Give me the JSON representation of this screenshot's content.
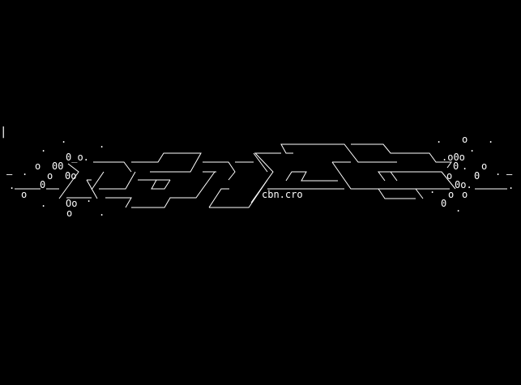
{
  "terminal": {
    "cursor": "|",
    "art_signature": "cbn.cro",
    "particles_left": [
      ".",
      ".",
      ".",
      "0_o.",
      "o",
      "00",
      "—",
      ".",
      "o",
      "0o",
      ".",
      "0",
      "o",
      "Oo",
      ".",
      ".",
      "o",
      "."
    ],
    "particles_right": [
      ".",
      "o",
      ".",
      ".",
      ".o0o",
      "0",
      ".",
      "o",
      "0",
      ".",
      "—",
      "o",
      "0o.",
      ".",
      ".",
      "o",
      "o",
      "0",
      "."
    ],
    "foreground": "#ffffff",
    "background": "#000000"
  }
}
